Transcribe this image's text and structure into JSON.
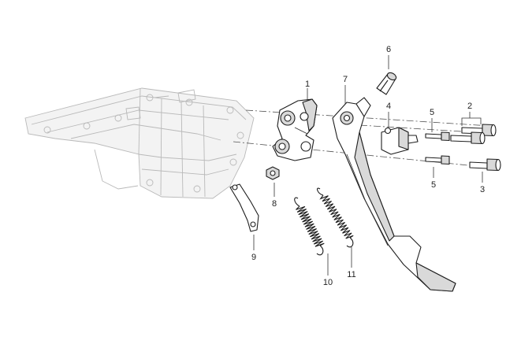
{
  "diagram": {
    "callouts": [
      {
        "id": "c1",
        "label": "1"
      },
      {
        "id": "c2",
        "label": "2"
      },
      {
        "id": "c3",
        "label": "3"
      },
      {
        "id": "c4",
        "label": "4"
      },
      {
        "id": "c5a",
        "label": "5"
      },
      {
        "id": "c5b",
        "label": "5"
      },
      {
        "id": "c6",
        "label": "6"
      },
      {
        "id": "c7",
        "label": "7"
      },
      {
        "id": "c8",
        "label": "8"
      },
      {
        "id": "c9",
        "label": "9"
      },
      {
        "id": "c10",
        "label": "10"
      },
      {
        "id": "c11",
        "label": "11"
      }
    ]
  }
}
